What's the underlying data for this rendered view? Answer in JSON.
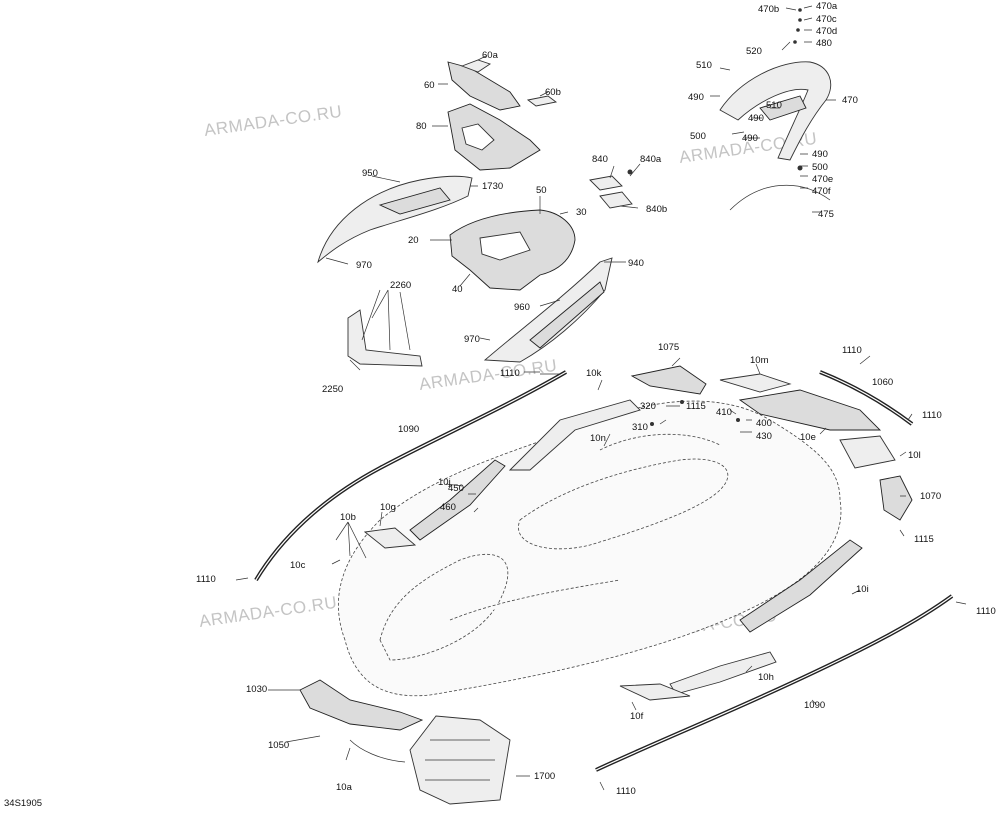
{
  "watermark": "ARMADA-CO.RU",
  "diagram_code": "34S1905",
  "colors": {
    "watermark": "#c4c4c4",
    "line": "#333333",
    "background": "#ffffff"
  },
  "labels": {
    "l60a": "60a",
    "l60": "60",
    "l60b": "60b",
    "l80": "80",
    "l950": "950",
    "l1730": "1730",
    "l50": "50",
    "l30": "30",
    "l20": "20",
    "l40": "40",
    "l970a": "970",
    "l970b": "970",
    "l960": "960",
    "l940": "940",
    "l840": "840",
    "l840a": "840a",
    "l840b": "840b",
    "l470b": "470b",
    "l470a": "470a",
    "l470c": "470c",
    "l470d": "470d",
    "l520": "520",
    "l480": "480",
    "l510a": "510",
    "l490a": "490",
    "l470": "470",
    "l510b": "510",
    "l490b": "490",
    "l500a": "500",
    "l490c": "490",
    "l490d": "490",
    "l500b": "500",
    "l470e": "470e",
    "l470f": "470f",
    "l475": "475",
    "l2260": "2260",
    "l2250": "2250",
    "l1110a": "1110",
    "l1110b": "1110",
    "l1110c": "1110",
    "l1110d": "1110",
    "l1110e": "1110",
    "l1110f": "1110",
    "l1075": "1075",
    "l10k": "10k",
    "l10m": "10m",
    "l1060": "1060",
    "l1090a": "1090",
    "l1090b": "1090",
    "l320": "320",
    "l1115a": "1115",
    "l1115b": "1115",
    "l310": "310",
    "l410": "410",
    "l400": "400",
    "l430": "430",
    "l10e": "10e",
    "l10l": "10l",
    "l10n": "10n",
    "l10j": "10j",
    "l450": "450",
    "l460": "460",
    "l10g": "10g",
    "l10b": "10b",
    "l10c": "10c",
    "l1070": "1070",
    "l10i": "10i",
    "l10h": "10h",
    "l10f": "10f",
    "l1030": "1030",
    "l1050": "1050",
    "l10a": "10a",
    "l1700": "1700"
  }
}
